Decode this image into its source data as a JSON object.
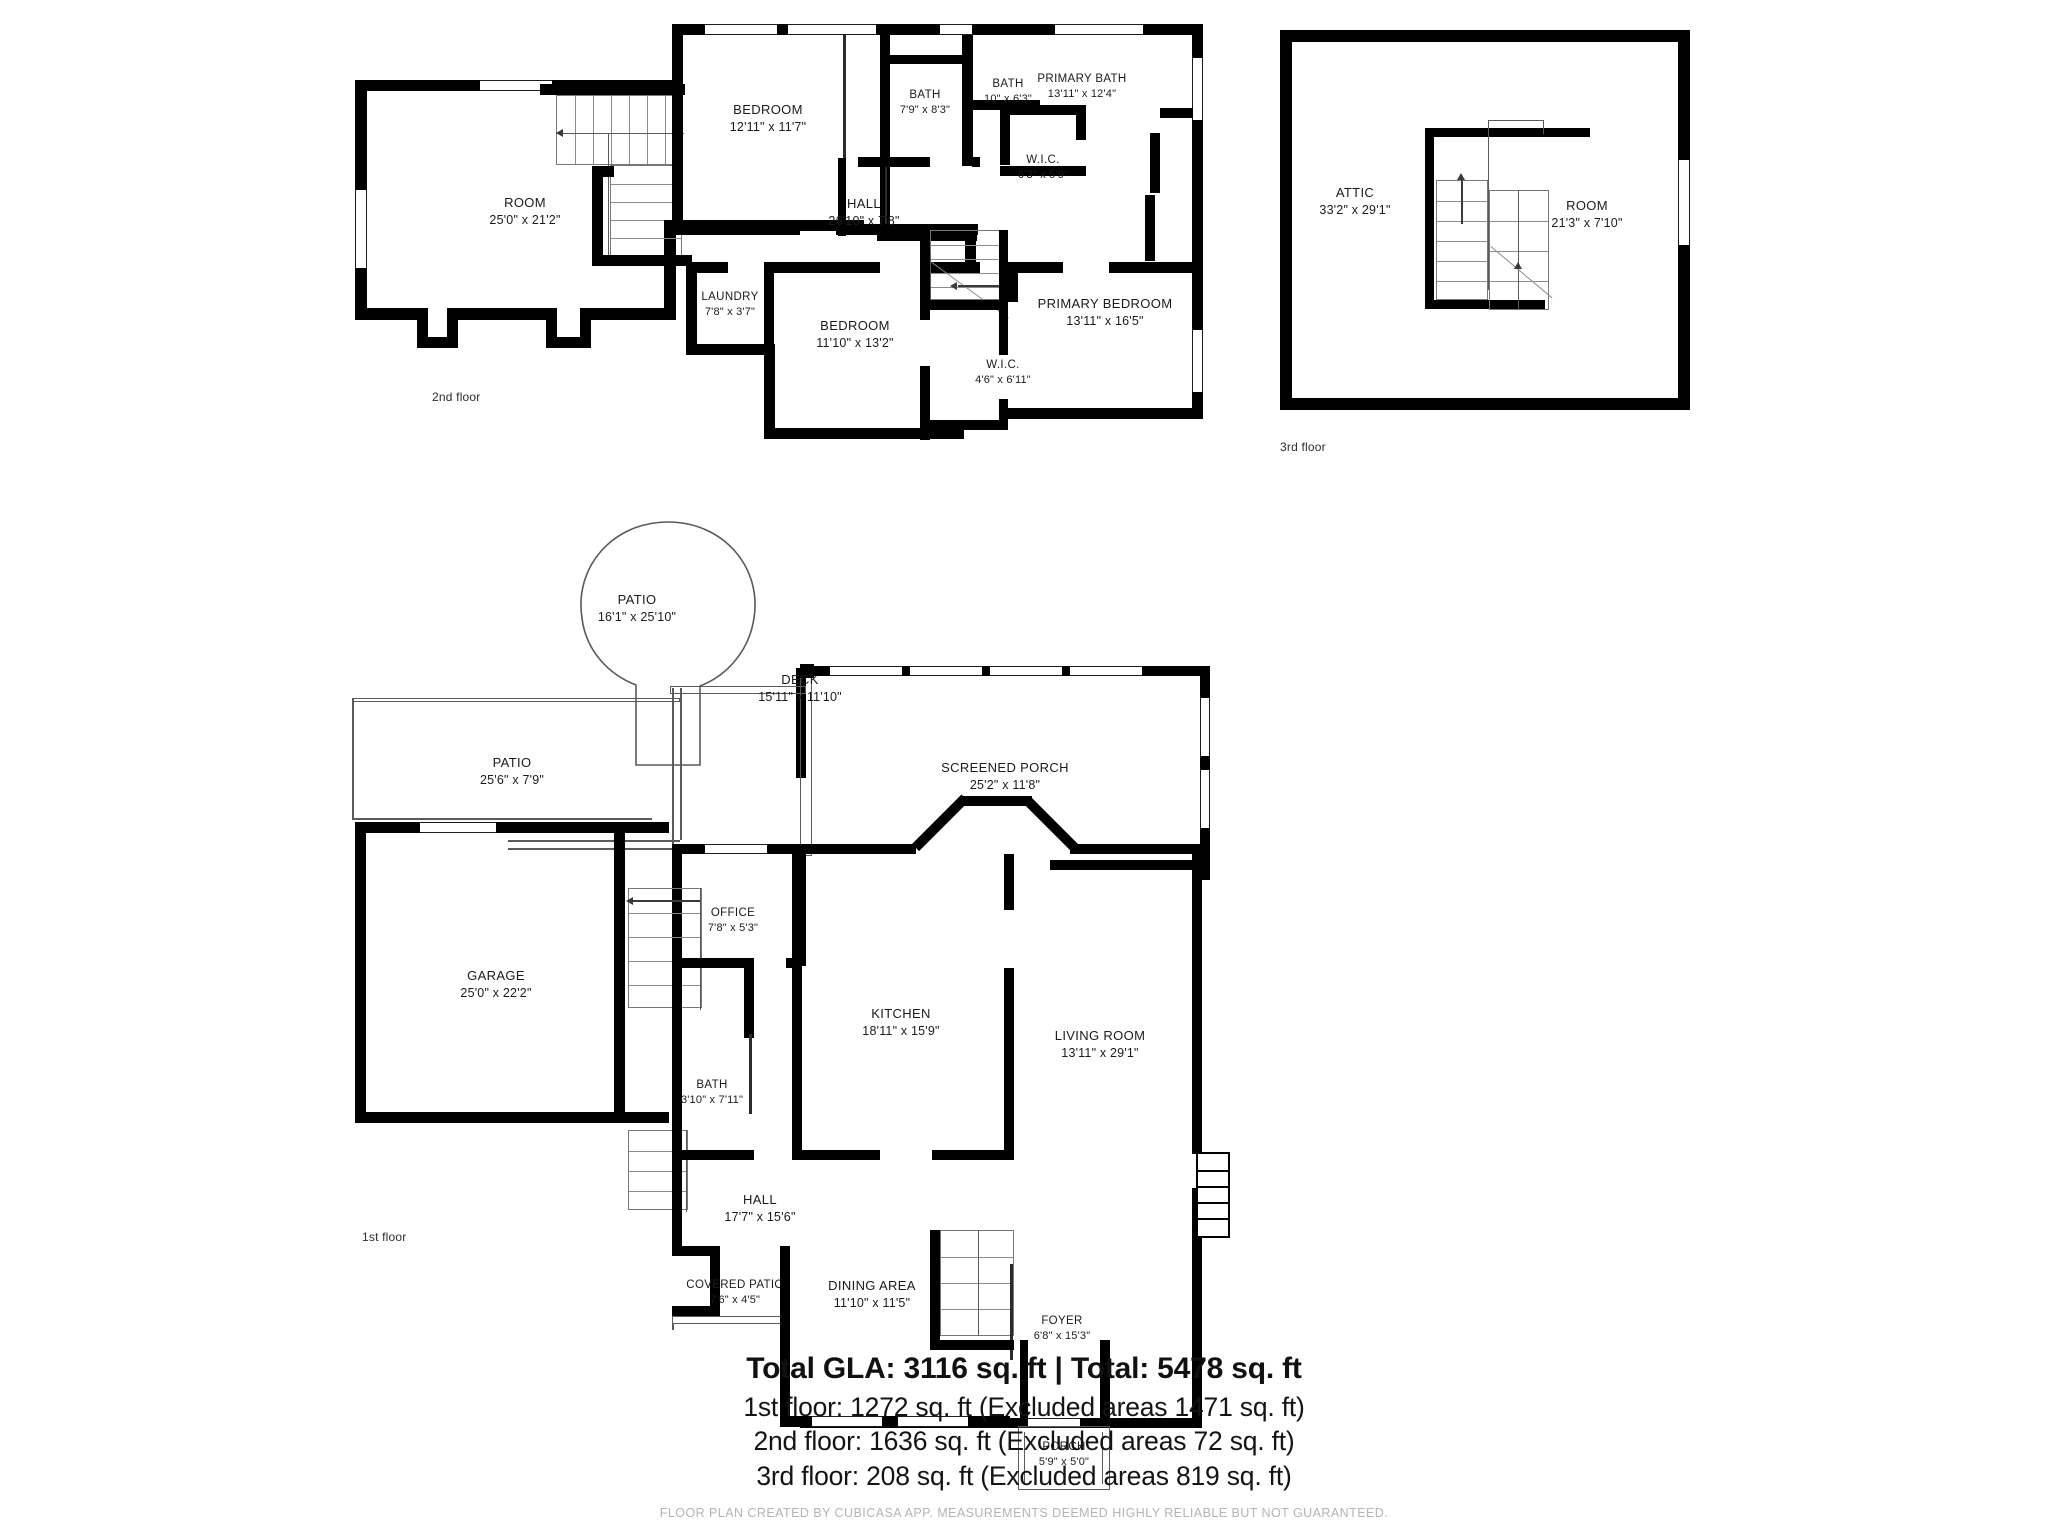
{
  "document": {
    "type": "real-estate-floor-plan"
  },
  "floors": [
    {
      "id": "second",
      "tag": "2nd floor",
      "rooms": [
        {
          "name": "ROOM",
          "dim": "25'0\" x 21'2\""
        },
        {
          "name": "BEDROOM",
          "dim": "12'11\" x 11'7\""
        },
        {
          "name": "BATH",
          "dim": "7'9\" x 8'3\""
        },
        {
          "name": "BATH",
          "dim": "10\" x 6'3\""
        },
        {
          "name": "PRIMARY BATH",
          "dim": "13'11\" x 12'4\""
        },
        {
          "name": "W.I.C.",
          "dim": "6'3\" x 5'9\""
        },
        {
          "name": "HALL",
          "dim": "26'10\" x 7'8\""
        },
        {
          "name": "LAUNDRY",
          "dim": "7'8\" x 3'7\""
        },
        {
          "name": "BEDROOM",
          "dim": "11'10\" x 13'2\""
        },
        {
          "name": "W.I.C.",
          "dim": "4'6\" x 6'11\""
        },
        {
          "name": "PRIMARY BEDROOM",
          "dim": "13'11\" x 16'5\""
        }
      ]
    },
    {
      "id": "third",
      "tag": "3rd floor",
      "rooms": [
        {
          "name": "ATTIC",
          "dim": "33'2\" x 29'1\""
        },
        {
          "name": "ROOM",
          "dim": "21'3\" x 7'10\""
        }
      ]
    },
    {
      "id": "first",
      "tag": "1st floor",
      "rooms": [
        {
          "name": "PATIO",
          "dim": "16'1\" x 25'10\""
        },
        {
          "name": "SCREENED PORCH",
          "dim": "25'2\" x 11'8\""
        },
        {
          "name": "DECK",
          "dim": "15'11\" x 11'10\""
        },
        {
          "name": "PATIO",
          "dim": "25'6\" x 7'9\""
        },
        {
          "name": "OFFICE",
          "dim": "7'8\" x 5'3\""
        },
        {
          "name": "KITCHEN",
          "dim": "18'11\" x 15'9\""
        },
        {
          "name": "BATH",
          "dim": "3'10\" x 7'11\""
        },
        {
          "name": "GARAGE",
          "dim": "25'0\" x 22'2\""
        },
        {
          "name": "HALL",
          "dim": "17'7\" x 15'6\""
        },
        {
          "name": "LIVING ROOM",
          "dim": "13'11\" x 29'1\""
        },
        {
          "name": "COVERED PATIO",
          "dim": "7'6\" x 4'5\""
        },
        {
          "name": "DINING AREA",
          "dim": "11'10\" x 11'5\""
        },
        {
          "name": "FOYER",
          "dim": "6'8\" x 15'3\""
        },
        {
          "name": "PORCH",
          "dim": "5'9\" x 5'0\""
        }
      ]
    }
  ],
  "summary": {
    "total_line": "Total GLA: 3116 sq. ft | Total: 5478 sq. ft",
    "first_floor_line": "1st floor: 1272 sq. ft (Excluded areas 1471 sq. ft)",
    "second_floor_line": "2nd floor: 1636 sq. ft (Excluded areas 72 sq. ft)",
    "third_floor_line": "3rd floor: 208 sq. ft (Excluded areas 819 sq. ft)"
  },
  "disclaimer": "FLOOR PLAN CREATED BY CUBICASA APP. MEASUREMENTS DEEMED HIGHLY RELIABLE BUT NOT GUARANTEED.",
  "colors": {
    "wall": "#000000",
    "background": "#ffffff",
    "text": "#1b1b1b",
    "disclaimer": "#b4b4b4",
    "stair": "#8c8c8c"
  }
}
